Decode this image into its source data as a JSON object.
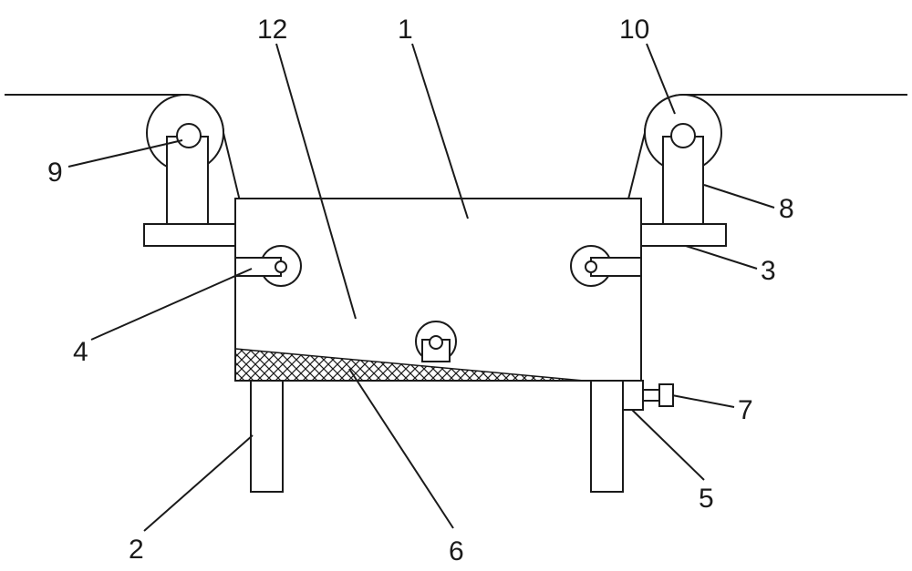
{
  "figure": {
    "line_color": "#1a1a1a",
    "background": "#ffffff",
    "hatch_pattern": "crosshatch"
  },
  "labels": {
    "tank": "1",
    "support_leg": "2",
    "mounting_plate": "3",
    "bracket": "4",
    "outlet_pipe": "5",
    "filter_layer": "6",
    "valve": "7",
    "roller_stand": "8",
    "left_guide_roller": "9",
    "right_guide_roller": "10",
    "material_strip": "12"
  }
}
